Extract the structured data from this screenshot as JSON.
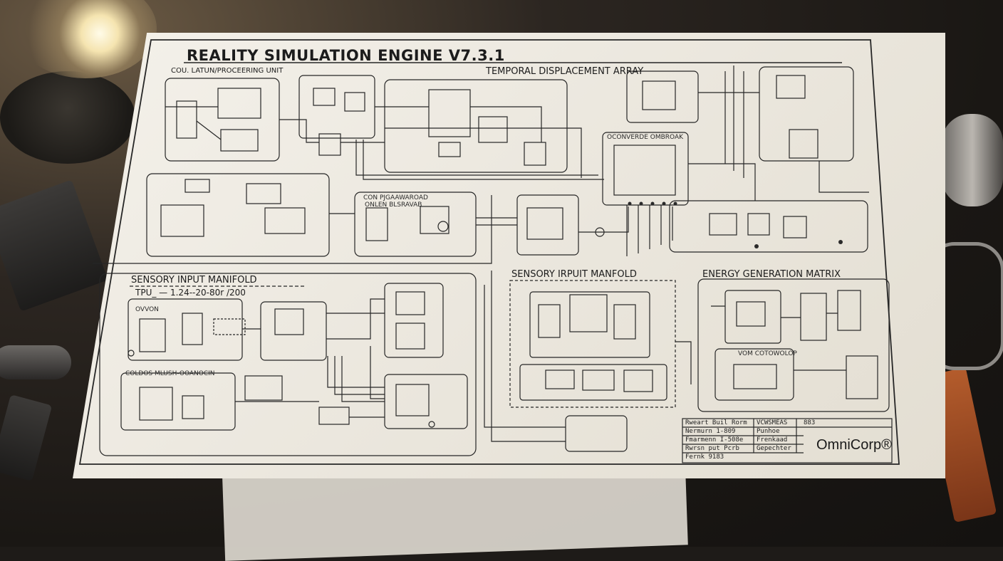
{
  "title": "REALITY SIMULATION ENGINE V7.3.1",
  "sections": {
    "core_unit": "COU. LATUN/PROCEERING UNIT",
    "temporal": "TEMPORAL DISPLACEMENT ARRAY",
    "sensory_left": "SENSORY INPUT MANIFOLD",
    "sensory_left_sub": "TPU_ — 1.24--20-80r /200",
    "sensory_right": "SENSORY IRPUIT MANFOLD",
    "energy": "ENERGY GENERATION MATRIX",
    "box_convert": "CON PJGAAWAROAD",
    "box_convert2": "ONLEN  BLSRAVAB",
    "box_ocontrol": "OCONVERDE OMBROAK",
    "box_coldos": "COLDOS MLUSH-OOANOCIN",
    "box_vom": "VOM COTOWOLOP",
    "box_ovon": "OVVON"
  },
  "title_block": {
    "rows": [
      [
        "Rweart Buil Rorm",
        "VCWSMEAS",
        "883"
      ],
      [
        "Nermurn  1-809",
        "Punhoe",
        ""
      ],
      [
        "Fmarmenn  I-508e",
        "Frenkaad",
        ""
      ],
      [
        "Rwrsn put Pcrb",
        "Gepechter",
        ""
      ],
      [
        "Fernk    9183",
        "",
        ""
      ]
    ],
    "logo": "OmniCorp®"
  }
}
